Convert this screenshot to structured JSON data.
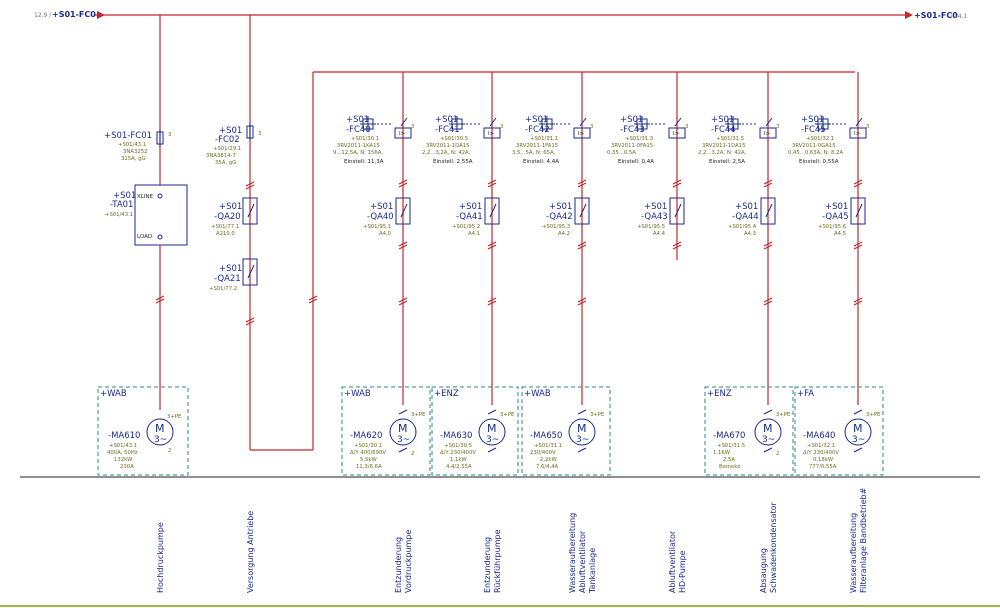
{
  "bus": {
    "left_ref": "12.9 /",
    "left_label": "+S01-FC0",
    "right_label": "+S01-FC0",
    "right_ref": "/ 14.1"
  },
  "fc01": {
    "name": "+S01-FC01",
    "ref": "+S01/43.1",
    "type": "3NA3252",
    "rating": "315A, gG",
    "pole": "3"
  },
  "ta01": {
    "name1": "+S01",
    "name2": "-TA01",
    "ref": "+S01/43.1",
    "xline": "XLINE",
    "load": "LOAD"
  },
  "fc02": {
    "name1": "+S01",
    "name2": "-FC02",
    "ref": "+S01/29.1",
    "type": "3NA3814-7",
    "rating": "35A, gG",
    "pole": "3"
  },
  "qa20": {
    "name1": "+S01",
    "name2": "-QA20",
    "ref": "+S01/77.1",
    "code": "A210.0"
  },
  "qa21": {
    "name1": "+S01",
    "name2": "-QA21",
    "ref": "+S01/77.2"
  },
  "breakers": [
    {
      "name1": "+S01",
      "name2": "-FC40",
      "ref": "+S01/30.1",
      "type": "3RV2011-1KA15",
      "range": "9...12,5A, N:  156A,",
      "einst": "Einstell: 11,3A"
    },
    {
      "name1": "+S01",
      "name2": "-FC41",
      "ref": "+S01/30.5",
      "type": "3RV2011-1DA15",
      "range": "2,2...3,2A, N:  42A,",
      "einst": "Einstell: 2,55A"
    },
    {
      "name1": "+S01",
      "name2": "-FC42",
      "ref": "+S01/31.1",
      "type": "3RV2011-1FA15",
      "range": "3,5...5A, N:  65A,",
      "einst": "Einstell: 4,4A"
    },
    {
      "name1": "+S01",
      "name2": "-FC43",
      "ref": "+S01/31.3",
      "type": "3RV2011-0FA15",
      "range": "0,35...0,5A",
      "einst": "Einstell: 0,4A"
    },
    {
      "name1": "+S01",
      "name2": "-FC44",
      "ref": "+S01/31.5",
      "type": "3RV2011-1DA15",
      "range": "2,2...3,2A, N:  42A,",
      "einst": "Einstell: 2,5A"
    },
    {
      "name1": "+S01",
      "name2": "-FC45",
      "ref": "+S01/32.1",
      "type": "3RV2011-0GA15",
      "range": "0,45...0,63A, N: 8,2A",
      "einst": "Einstell: 0,55A"
    }
  ],
  "contactors": [
    {
      "name1": "+S01",
      "name2": "-QA40",
      "ref": "+S01/95.1",
      "code": "A4.0"
    },
    {
      "name1": "+S01",
      "name2": "-QA41",
      "ref": "+S01/95.2",
      "code": "A4.1"
    },
    {
      "name1": "+S01",
      "name2": "-QA42",
      "ref": "+S01/95.3",
      "code": "A4.2"
    },
    {
      "name1": "+S01",
      "name2": "-QA43",
      "ref": "+S01/95.5",
      "code": "A4.4"
    },
    {
      "name1": "+S01",
      "name2": "-QA44",
      "ref": "+S01/95.4",
      "code": "A4.3"
    },
    {
      "name1": "+S01",
      "name2": "-QA45",
      "ref": "+S01/95.6",
      "code": "A4.5"
    }
  ],
  "motors": [
    {
      "group": "+WAB",
      "name": "-MA610",
      "ref": "+S01/43.1",
      "l1": "400A, 50Hz",
      "l2": "132kW",
      "l3": "230A",
      "pe": "3+PE",
      "two": "2",
      "sym": "3~"
    },
    {
      "group": "+WAB",
      "name": "-MA620",
      "ref": "+S01/30.1",
      "l1": "Δ/Y 400/690V",
      "l2": "5,5kW",
      "l3": "11,3/6,6A",
      "pe": "3+PE",
      "two": "2",
      "sym": "3~"
    },
    {
      "group": "+ENZ",
      "name": "-MA630",
      "ref": "+S01/30.5",
      "l1": "Δ/Y 230/400V",
      "l2": "1,1kW",
      "l3": "4,4/2,55A",
      "pe": "3+PE",
      "sym": "3~"
    },
    {
      "group": "+WAB",
      "name": "-MA650",
      "ref": "+S01/31.1",
      "l1": "230/400V",
      "l2": "2,2kW",
      "l3": "7,6/4,4A",
      "pe": "3+PE",
      "sym": "3~"
    },
    {
      "group": "+ENZ",
      "name": "-MA670",
      "ref": "+S01/31.5",
      "l1": "1,1KW",
      "l2": "2,5A",
      "l3": "Bemeko",
      "pe": "3+PE",
      "two": "2",
      "sym": "3~"
    },
    {
      "group": "+FA",
      "name": "-MA640",
      "ref": "+S01/32.1",
      "l1": "Δ/Y 230/400V",
      "l2": "0,18kW",
      "l3": "777/0,55A",
      "pe": "3+PE",
      "sym": "3~"
    }
  ],
  "descriptions": [
    [
      "Hochdruckpumpe"
    ],
    [
      "Versorgung Antriebe"
    ],
    [
      "Entzunderung",
      "Vordruckpumpe"
    ],
    [
      "Entzunderung",
      "Rückführpumpe"
    ],
    [
      "Wasseraufbereitung",
      "Abluftventilator",
      "Tankanlage"
    ],
    [
      "Abluftventilator",
      "HD-Pumpe"
    ],
    [
      "Absaugung",
      "Schwadenkondensator"
    ],
    [
      "Wasseraufbereitung",
      "Filteranlage Bandbetrieb#"
    ]
  ]
}
